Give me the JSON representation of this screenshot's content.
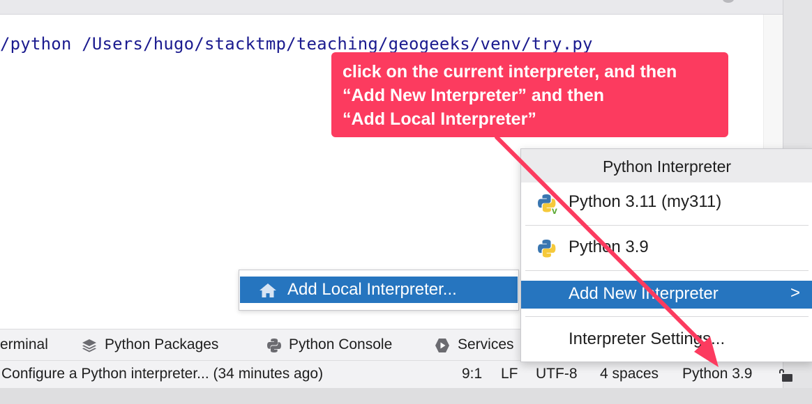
{
  "editor": {
    "command_line": "/python /Users/hugo/stacktmp/teaching/geogeeks/venv/try.py"
  },
  "annotation": {
    "lines": [
      "click on the current interpreter, and then",
      "“Add New Interpreter” and then",
      "“Add Local Interpreter”"
    ],
    "color": "#fc3b5f"
  },
  "interpreter_menu": {
    "title": "Python Interpreter",
    "items": [
      {
        "label": "Python 3.11 (my311)",
        "icon": "python-venv-icon"
      },
      {
        "label": "Python 3.9",
        "icon": "python-icon"
      },
      {
        "label": "Add New Interpreter",
        "icon": "chevron-right-icon",
        "chevron": ">"
      },
      {
        "label": "Interpreter Settings..."
      }
    ],
    "highlight_color": "#2675bf"
  },
  "submenu": {
    "items": [
      {
        "label": "Add Local Interpreter...",
        "icon": "home-icon"
      }
    ]
  },
  "tool_windows": {
    "items": [
      {
        "label": "erminal"
      },
      {
        "label": "Python Packages",
        "icon": "layers-icon"
      },
      {
        "label": "Python Console",
        "icon": "python-console-icon"
      },
      {
        "label": "Services",
        "icon": "services-play-icon"
      }
    ]
  },
  "status_bar": {
    "message": "Configure a Python interpreter... (34 minutes ago)",
    "position": "9:1",
    "line_ending": "LF",
    "encoding": "UTF-8",
    "indent": "4 spaces",
    "interpreter": "Python 3.9",
    "lock_icon": "unlock-icon"
  }
}
